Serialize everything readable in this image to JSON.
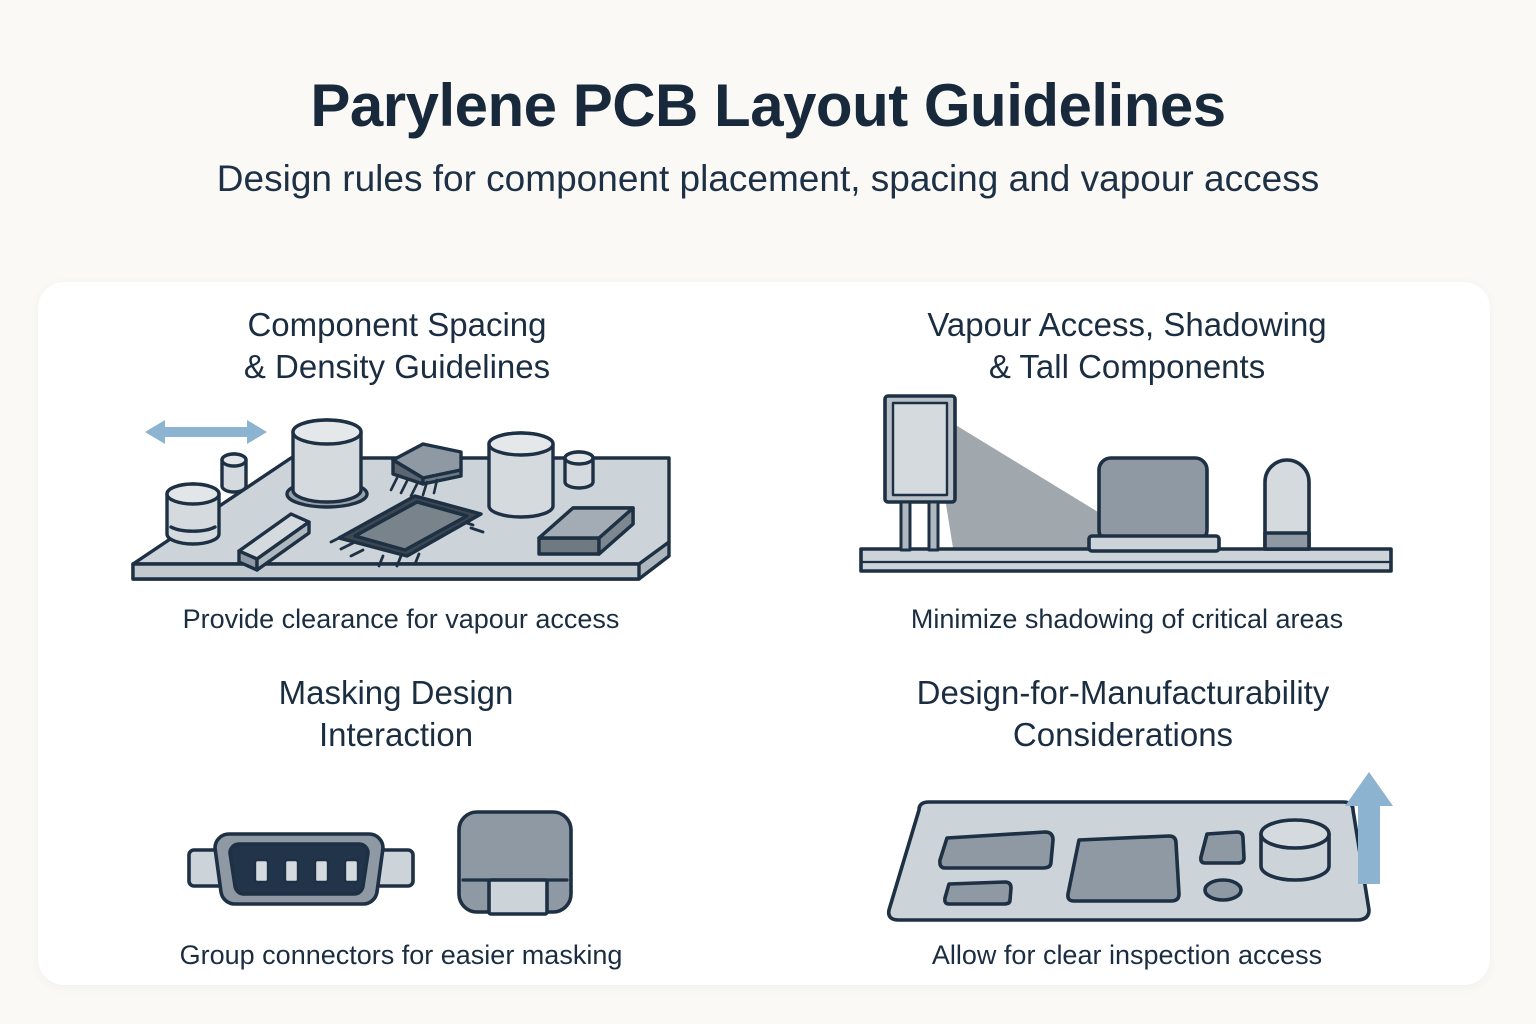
{
  "header": {
    "title": "Parylene PCB Layout Guidelines",
    "subtitle": "Design rules for component placement, spacing and vapour access"
  },
  "colors": {
    "background": "#faf9f6",
    "card": "#ffffff",
    "text_dark": "#1b2d40",
    "title_dark": "#18293c",
    "outline": "#1e3044",
    "board_light": "#ccd3d9",
    "board_mid": "#b8c0c7",
    "component_light": "#d5dade",
    "component_mid": "#8e99a3",
    "component_dark": "#5b6670",
    "chip_dark": "#3c4750",
    "accent_arrow": "#8cb3cf",
    "shadow_gray": "#a0a7ad"
  },
  "panels": [
    {
      "id": "component-spacing",
      "title": "Component Spacing\n& Density Guidelines",
      "caption": "Provide clearance for vapour access",
      "art": "isometric-pcb-with-spacing-arrow"
    },
    {
      "id": "vapour-access",
      "title": "Vapour Access, Shadowing\n& Tall Components",
      "caption": "Minimize shadowing of critical areas",
      "art": "side-view-board-with-shadow"
    },
    {
      "id": "masking-design",
      "title": "Masking Design\nInteraction",
      "caption": "Group connectors for easier masking",
      "art": "dsub-connector-and-port"
    },
    {
      "id": "dfm",
      "title": "Design-for-Manufacturability\nConsiderations",
      "caption": "Allow for clear inspection access",
      "art": "flat-board-with-up-arrow"
    }
  ]
}
